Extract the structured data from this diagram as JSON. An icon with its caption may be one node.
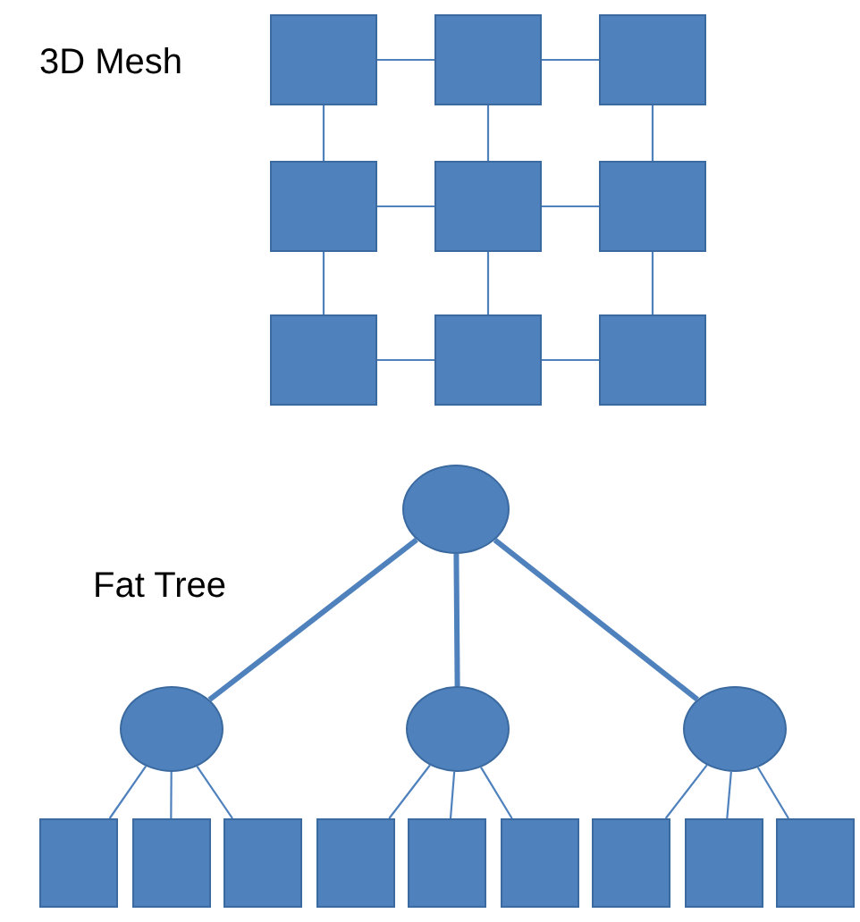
{
  "diagram": {
    "nodes": [
      {
        "text": [],
        "shape": "box"
      },
      {
        "text": [],
        "shape": "box"
      },
      {
        "text": [],
        "shape": "box"
      },
      {
        "text": [],
        "shape": "box"
      },
      {
        "text": [],
        "shape": "box"
      },
      {
        "text": [],
        "shape": "box"
      },
      {
        "text": [],
        "shape": "box"
      },
      {
        "text": [],
        "shape": "box"
      },
      {
        "text": [],
        "shape": "box"
      },
      {
        "text": [],
        "shape": "circle"
      },
      {
        "text": [],
        "shape": "circle"
      },
      {
        "text": [],
        "shape": "circle"
      },
      {
        "text": [],
        "shape": "circle"
      },
      {
        "text": [],
        "shape": "box"
      },
      {
        "text": [],
        "shape": "box"
      },
      {
        "text": [],
        "shape": "box"
      },
      {
        "text": [],
        "shape": "box"
      },
      {
        "text": [],
        "shape": "box"
      },
      {
        "text": [],
        "shape": "box"
      },
      {
        "text": [],
        "shape": "box"
      },
      {
        "text": [],
        "shape": "box"
      },
      {
        "text": [],
        "shape": "box"
      }
    ],
    "edges": [
      {
        "from": 0,
        "to": 1,
        "arrow": "none"
      },
      {
        "from": 1,
        "to": 2,
        "arrow": "none"
      },
      {
        "from": 3,
        "to": 4,
        "arrow": "none"
      },
      {
        "from": 4,
        "to": 5,
        "arrow": "none"
      },
      {
        "from": 6,
        "to": 7,
        "arrow": "none"
      },
      {
        "from": 7,
        "to": 8,
        "arrow": "none"
      },
      {
        "from": 0,
        "to": 3,
        "arrow": "none"
      },
      {
        "from": 1,
        "to": 4,
        "arrow": "none"
      },
      {
        "from": 2,
        "to": 5,
        "arrow": "none"
      },
      {
        "from": 3,
        "to": 6,
        "arrow": "none"
      },
      {
        "from": 4,
        "to": 7,
        "arrow": "none"
      },
      {
        "from": 5,
        "to": 8,
        "arrow": "none"
      },
      {
        "from": 9,
        "to": 10,
        "arrow": "none",
        "style": "thick"
      },
      {
        "from": 9,
        "to": 11,
        "arrow": "none",
        "style": "thick"
      },
      {
        "from": 9,
        "to": 12,
        "arrow": "none",
        "style": "thick"
      },
      {
        "from": 10,
        "to": 13,
        "arrow": "none"
      },
      {
        "from": 10,
        "to": 14,
        "arrow": "none"
      },
      {
        "from": 10,
        "to": 15,
        "arrow": "none"
      },
      {
        "from": 11,
        "to": 16,
        "arrow": "none"
      },
      {
        "from": 11,
        "to": 17,
        "arrow": "none"
      },
      {
        "from": 11,
        "to": 18,
        "arrow": "none"
      },
      {
        "from": 12,
        "to": 19,
        "arrow": "none"
      },
      {
        "from": 12,
        "to": 20,
        "arrow": "none"
      },
      {
        "from": 12,
        "to": 21,
        "arrow": "none"
      }
    ],
    "labels": [
      "3D Mesh",
      "Fat Tree"
    ]
  }
}
